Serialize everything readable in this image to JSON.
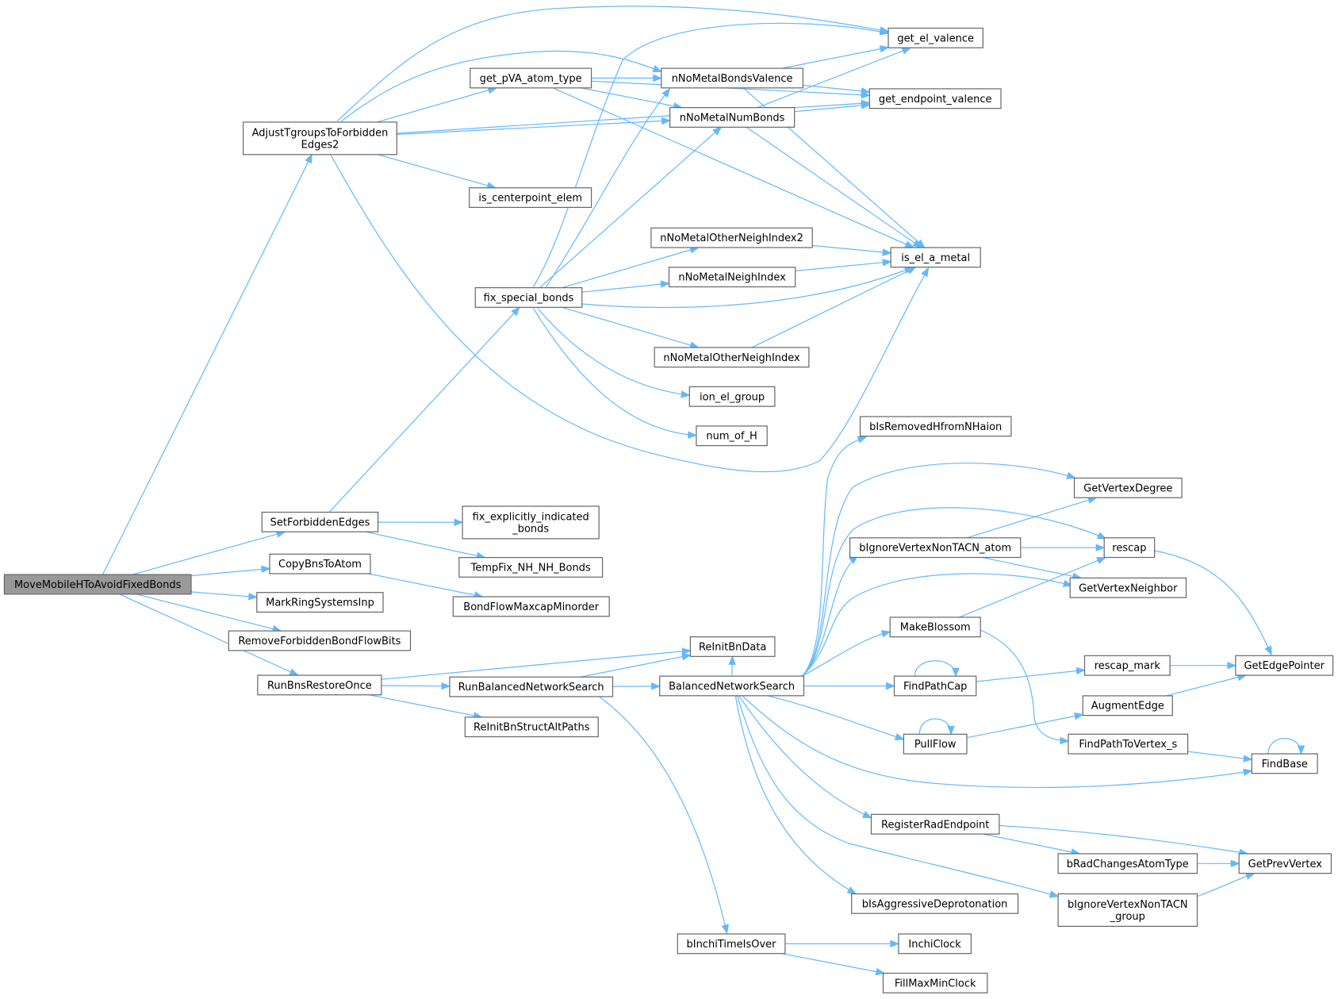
{
  "nodes": [
    {
      "id": "MoveMobileHToAvoidFixedBonds",
      "lines": [
        "MoveMobileHToAvoidFixedBonds"
      ],
      "root": true
    },
    {
      "id": "AdjustTgroupsToForbiddenEdges2",
      "lines": [
        "AdjustTgroupsToForbidden",
        "Edges2"
      ]
    },
    {
      "id": "get_el_valence",
      "lines": [
        "get_el_valence"
      ]
    },
    {
      "id": "get_endpoint_valence",
      "lines": [
        "get_endpoint_valence"
      ]
    },
    {
      "id": "get_pVA_atom_type",
      "lines": [
        "get_pVA_atom_type"
      ]
    },
    {
      "id": "nNoMetalBondsValence",
      "lines": [
        "nNoMetalBondsValence"
      ]
    },
    {
      "id": "nNoMetalNumBonds",
      "lines": [
        "nNoMetalNumBonds"
      ]
    },
    {
      "id": "is_centerpoint_elem",
      "lines": [
        "is_centerpoint_elem"
      ]
    },
    {
      "id": "is_el_a_metal",
      "lines": [
        "is_el_a_metal"
      ]
    },
    {
      "id": "nNoMetalOtherNeighIndex2",
      "lines": [
        "nNoMetalOtherNeighIndex2"
      ]
    },
    {
      "id": "nNoMetalNeighIndex",
      "lines": [
        "nNoMetalNeighIndex"
      ]
    },
    {
      "id": "fix_special_bonds",
      "lines": [
        "fix_special_bonds"
      ]
    },
    {
      "id": "nNoMetalOtherNeighIndex",
      "lines": [
        "nNoMetalOtherNeighIndex"
      ]
    },
    {
      "id": "ion_el_group",
      "lines": [
        "ion_el_group"
      ]
    },
    {
      "id": "num_of_H",
      "lines": [
        "num_of_H"
      ]
    },
    {
      "id": "SetForbiddenEdges",
      "lines": [
        "SetForbiddenEdges"
      ]
    },
    {
      "id": "fix_explicitly_indicated_bonds",
      "lines": [
        "fix_explicitly_indicated",
        "_bonds"
      ]
    },
    {
      "id": "TempFix_NH_NH_Bonds",
      "lines": [
        "TempFix_NH_NH_Bonds"
      ]
    },
    {
      "id": "CopyBnsToAtom",
      "lines": [
        "CopyBnsToAtom"
      ]
    },
    {
      "id": "BondFlowMaxcapMinorder",
      "lines": [
        "BondFlowMaxcapMinorder"
      ]
    },
    {
      "id": "MarkRingSystemsInp",
      "lines": [
        "MarkRingSystemsInp"
      ]
    },
    {
      "id": "RemoveForbiddenBondFlowBits",
      "lines": [
        "RemoveForbiddenBondFlowBits"
      ]
    },
    {
      "id": "RunBnsRestoreOnce",
      "lines": [
        "RunBnsRestoreOnce"
      ]
    },
    {
      "id": "ReInitBnData",
      "lines": [
        "ReInitBnData"
      ]
    },
    {
      "id": "RunBalancedNetworkSearch",
      "lines": [
        "RunBalancedNetworkSearch"
      ]
    },
    {
      "id": "ReInitBnStructAltPaths",
      "lines": [
        "ReInitBnStructAltPaths"
      ]
    },
    {
      "id": "BalancedNetworkSearch",
      "lines": [
        "BalancedNetworkSearch"
      ]
    },
    {
      "id": "bIsRemovedHfromNHaion",
      "lines": [
        "bIsRemovedHfromNHaion"
      ]
    },
    {
      "id": "GetVertexDegree",
      "lines": [
        "GetVertexDegree"
      ]
    },
    {
      "id": "bIgnoreVertexNonTACN_atom",
      "lines": [
        "bIgnoreVertexNonTACN_atom"
      ]
    },
    {
      "id": "rescap",
      "lines": [
        "rescap"
      ]
    },
    {
      "id": "GetVertexNeighbor",
      "lines": [
        "GetVertexNeighbor"
      ]
    },
    {
      "id": "MakeBlossom",
      "lines": [
        "MakeBlossom"
      ]
    },
    {
      "id": "FindPathCap",
      "lines": [
        "FindPathCap"
      ]
    },
    {
      "id": "rescap_mark",
      "lines": [
        "rescap_mark"
      ]
    },
    {
      "id": "GetEdgePointer",
      "lines": [
        "GetEdgePointer"
      ]
    },
    {
      "id": "AugmentEdge",
      "lines": [
        "AugmentEdge"
      ]
    },
    {
      "id": "PullFlow",
      "lines": [
        "PullFlow"
      ]
    },
    {
      "id": "FindPathToVertex_s",
      "lines": [
        "FindPathToVertex_s"
      ]
    },
    {
      "id": "FindBase",
      "lines": [
        "FindBase"
      ]
    },
    {
      "id": "RegisterRadEndpoint",
      "lines": [
        "RegisterRadEndpoint"
      ]
    },
    {
      "id": "bRadChangesAtomType",
      "lines": [
        "bRadChangesAtomType"
      ]
    },
    {
      "id": "GetPrevVertex",
      "lines": [
        "GetPrevVertex"
      ]
    },
    {
      "id": "bIsAggressiveDeprotonation",
      "lines": [
        "bIsAggressiveDeprotonation"
      ]
    },
    {
      "id": "bIgnoreVertexNonTACN_group",
      "lines": [
        "bIgnoreVertexNonTACN",
        "_group"
      ]
    },
    {
      "id": "bInchiTimeIsOver",
      "lines": [
        "bInchiTimeIsOver"
      ]
    },
    {
      "id": "InchiClock",
      "lines": [
        "InchiClock"
      ]
    },
    {
      "id": "FillMaxMinClock",
      "lines": [
        "FillMaxMinClock"
      ]
    }
  ],
  "edges": [
    [
      "MoveMobileHToAvoidFixedBonds",
      "AdjustTgroupsToForbiddenEdges2"
    ],
    [
      "MoveMobileHToAvoidFixedBonds",
      "SetForbiddenEdges"
    ],
    [
      "MoveMobileHToAvoidFixedBonds",
      "CopyBnsToAtom"
    ],
    [
      "MoveMobileHToAvoidFixedBonds",
      "MarkRingSystemsInp"
    ],
    [
      "MoveMobileHToAvoidFixedBonds",
      "RemoveForbiddenBondFlowBits"
    ],
    [
      "MoveMobileHToAvoidFixedBonds",
      "RunBnsRestoreOnce"
    ],
    [
      "AdjustTgroupsToForbiddenEdges2",
      "get_el_valence"
    ],
    [
      "AdjustTgroupsToForbiddenEdges2",
      "nNoMetalBondsValence"
    ],
    [
      "AdjustTgroupsToForbiddenEdges2",
      "get_pVA_atom_type"
    ],
    [
      "AdjustTgroupsToForbiddenEdges2",
      "nNoMetalNumBonds"
    ],
    [
      "AdjustTgroupsToForbiddenEdges2",
      "get_endpoint_valence"
    ],
    [
      "AdjustTgroupsToForbiddenEdges2",
      "is_centerpoint_elem"
    ],
    [
      "AdjustTgroupsToForbiddenEdges2",
      "is_el_a_metal"
    ],
    [
      "get_pVA_atom_type",
      "get_endpoint_valence"
    ],
    [
      "get_pVA_atom_type",
      "nNoMetalBondsValence"
    ],
    [
      "get_pVA_atom_type",
      "nNoMetalNumBonds"
    ],
    [
      "get_pVA_atom_type",
      "is_el_a_metal"
    ],
    [
      "nNoMetalBondsValence",
      "get_el_valence"
    ],
    [
      "nNoMetalBondsValence",
      "get_endpoint_valence"
    ],
    [
      "nNoMetalBondsValence",
      "is_el_a_metal"
    ],
    [
      "nNoMetalNumBonds",
      "get_el_valence"
    ],
    [
      "nNoMetalNumBonds",
      "get_endpoint_valence"
    ],
    [
      "nNoMetalNumBonds",
      "is_el_a_metal"
    ],
    [
      "nNoMetalOtherNeighIndex2",
      "is_el_a_metal"
    ],
    [
      "nNoMetalNeighIndex",
      "is_el_a_metal"
    ],
    [
      "nNoMetalOtherNeighIndex",
      "is_el_a_metal"
    ],
    [
      "fix_special_bonds",
      "get_el_valence"
    ],
    [
      "fix_special_bonds",
      "nNoMetalBondsValence"
    ],
    [
      "fix_special_bonds",
      "nNoMetalNumBonds"
    ],
    [
      "fix_special_bonds",
      "nNoMetalOtherNeighIndex2"
    ],
    [
      "fix_special_bonds",
      "nNoMetalNeighIndex"
    ],
    [
      "fix_special_bonds",
      "is_el_a_metal"
    ],
    [
      "fix_special_bonds",
      "nNoMetalOtherNeighIndex"
    ],
    [
      "fix_special_bonds",
      "ion_el_group"
    ],
    [
      "fix_special_bonds",
      "num_of_H"
    ],
    [
      "SetForbiddenEdges",
      "fix_special_bonds"
    ],
    [
      "SetForbiddenEdges",
      "fix_explicitly_indicated_bonds"
    ],
    [
      "SetForbiddenEdges",
      "TempFix_NH_NH_Bonds"
    ],
    [
      "CopyBnsToAtom",
      "BondFlowMaxcapMinorder"
    ],
    [
      "RunBnsRestoreOnce",
      "ReInitBnData"
    ],
    [
      "RunBnsRestoreOnce",
      "RunBalancedNetworkSearch"
    ],
    [
      "RunBnsRestoreOnce",
      "ReInitBnStructAltPaths"
    ],
    [
      "RunBalancedNetworkSearch",
      "ReInitBnData"
    ],
    [
      "RunBalancedNetworkSearch",
      "BalancedNetworkSearch"
    ],
    [
      "RunBalancedNetworkSearch",
      "bInchiTimeIsOver"
    ],
    [
      "BalancedNetworkSearch",
      "ReInitBnData"
    ],
    [
      "BalancedNetworkSearch",
      "bIsRemovedHfromNHaion"
    ],
    [
      "BalancedNetworkSearch",
      "GetVertexDegree"
    ],
    [
      "BalancedNetworkSearch",
      "bIgnoreVertexNonTACN_atom"
    ],
    [
      "BalancedNetworkSearch",
      "rescap"
    ],
    [
      "BalancedNetworkSearch",
      "GetVertexNeighbor"
    ],
    [
      "BalancedNetworkSearch",
      "MakeBlossom"
    ],
    [
      "BalancedNetworkSearch",
      "FindPathCap"
    ],
    [
      "BalancedNetworkSearch",
      "PullFlow"
    ],
    [
      "BalancedNetworkSearch",
      "FindBase"
    ],
    [
      "BalancedNetworkSearch",
      "RegisterRadEndpoint"
    ],
    [
      "BalancedNetworkSearch",
      "bIsAggressiveDeprotonation"
    ],
    [
      "BalancedNetworkSearch",
      "bIgnoreVertexNonTACN_group"
    ],
    [
      "bIgnoreVertexNonTACN_atom",
      "GetVertexDegree"
    ],
    [
      "bIgnoreVertexNonTACN_atom",
      "rescap"
    ],
    [
      "bIgnoreVertexNonTACN_atom",
      "GetVertexNeighbor"
    ],
    [
      "rescap",
      "GetEdgePointer"
    ],
    [
      "MakeBlossom",
      "rescap"
    ],
    [
      "MakeBlossom",
      "FindPathToVertex_s"
    ],
    [
      "FindPathCap",
      "FindPathCap"
    ],
    [
      "FindPathCap",
      "rescap_mark"
    ],
    [
      "rescap_mark",
      "GetEdgePointer"
    ],
    [
      "AugmentEdge",
      "GetEdgePointer"
    ],
    [
      "PullFlow",
      "PullFlow"
    ],
    [
      "PullFlow",
      "AugmentEdge"
    ],
    [
      "FindPathToVertex_s",
      "FindBase"
    ],
    [
      "FindBase",
      "FindBase"
    ],
    [
      "RegisterRadEndpoint",
      "bRadChangesAtomType"
    ],
    [
      "RegisterRadEndpoint",
      "GetPrevVertex"
    ],
    [
      "bRadChangesAtomType",
      "GetPrevVertex"
    ],
    [
      "bIgnoreVertexNonTACN_group",
      "GetPrevVertex"
    ],
    [
      "bInchiTimeIsOver",
      "InchiClock"
    ],
    [
      "bInchiTimeIsOver",
      "FillMaxMinClock"
    ]
  ]
}
